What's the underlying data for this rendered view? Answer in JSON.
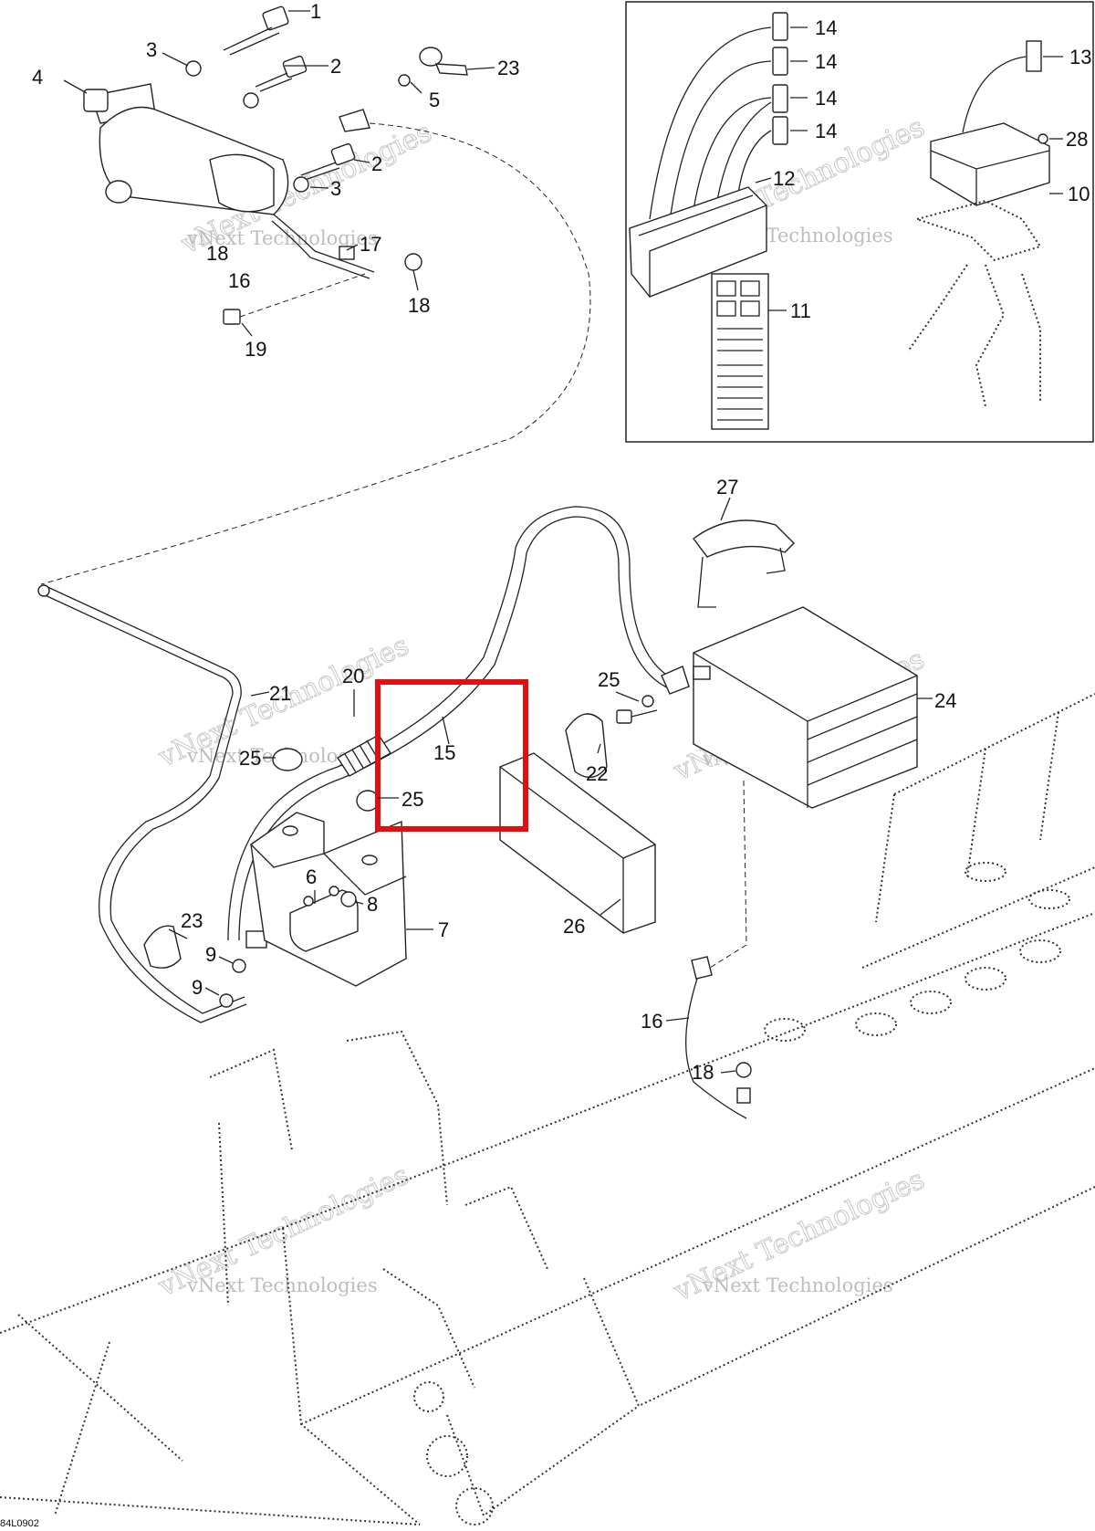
{
  "diagram": {
    "drawing_code": "84L0902",
    "watermark_text": "vNext Technologies",
    "highlight_color": "#e01010",
    "callouts": [
      "1",
      "2",
      "3",
      "4",
      "5",
      "23",
      "2",
      "3",
      "17",
      "18",
      "16",
      "18",
      "19",
      "14",
      "14",
      "14",
      "14",
      "13",
      "28",
      "12",
      "10",
      "11",
      "27",
      "20",
      "21",
      "15",
      "25",
      "22",
      "24",
      "25",
      "25",
      "6",
      "8",
      "23",
      "7",
      "9",
      "9",
      "26",
      "16",
      "18"
    ]
  }
}
